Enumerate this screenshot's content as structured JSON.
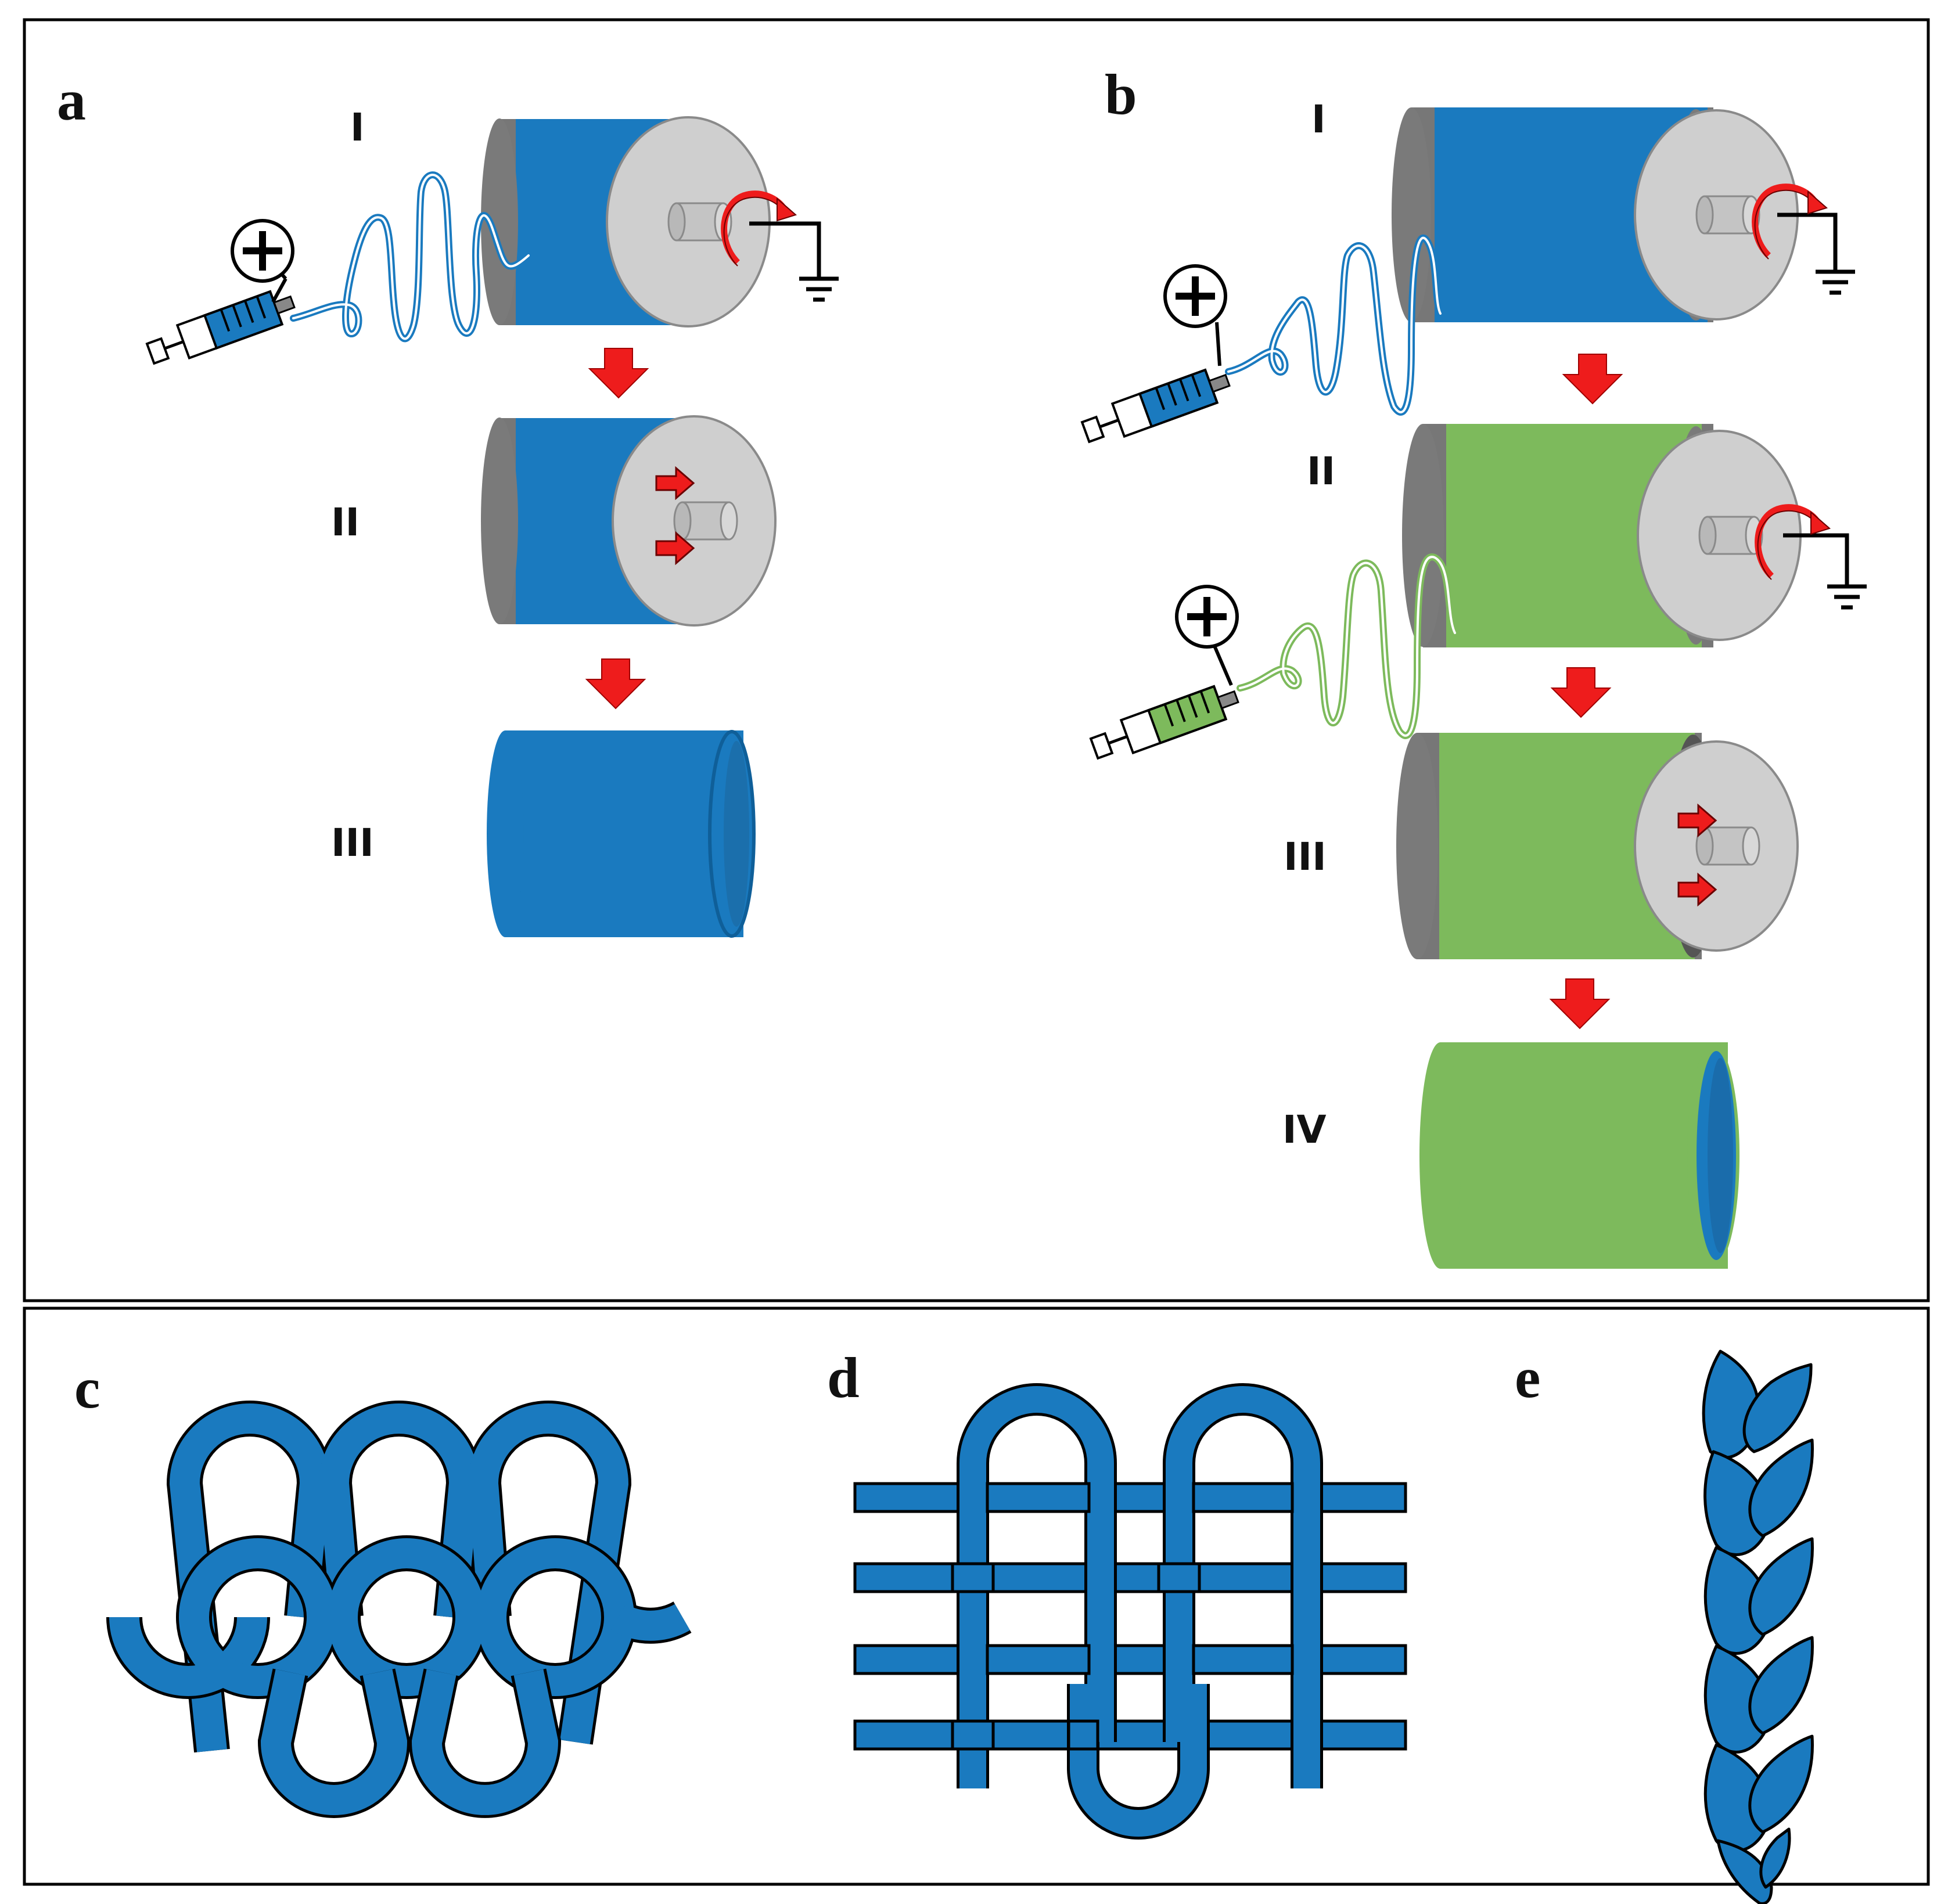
{
  "panels": {
    "a": {
      "letter": "a",
      "steps": [
        "I",
        "II",
        "III"
      ]
    },
    "b": {
      "letter": "b",
      "steps": [
        "I",
        "II",
        "III",
        "IV"
      ]
    },
    "c": {
      "letter": "c"
    },
    "d": {
      "letter": "d"
    },
    "e": {
      "letter": "e"
    }
  },
  "colors": {
    "blue": "#1a7abf",
    "green": "#7dba5c",
    "red_arrow": "#ee1c1c",
    "collector_gray": "#d0d0d0",
    "rim_gray": "#7a7a7a",
    "outline": "#000000"
  },
  "icons": [
    "syringe-icon",
    "positive-charge-icon",
    "ground-icon",
    "rotation-arrow-icon",
    "down-arrow-icon",
    "push-arrow-icon"
  ]
}
